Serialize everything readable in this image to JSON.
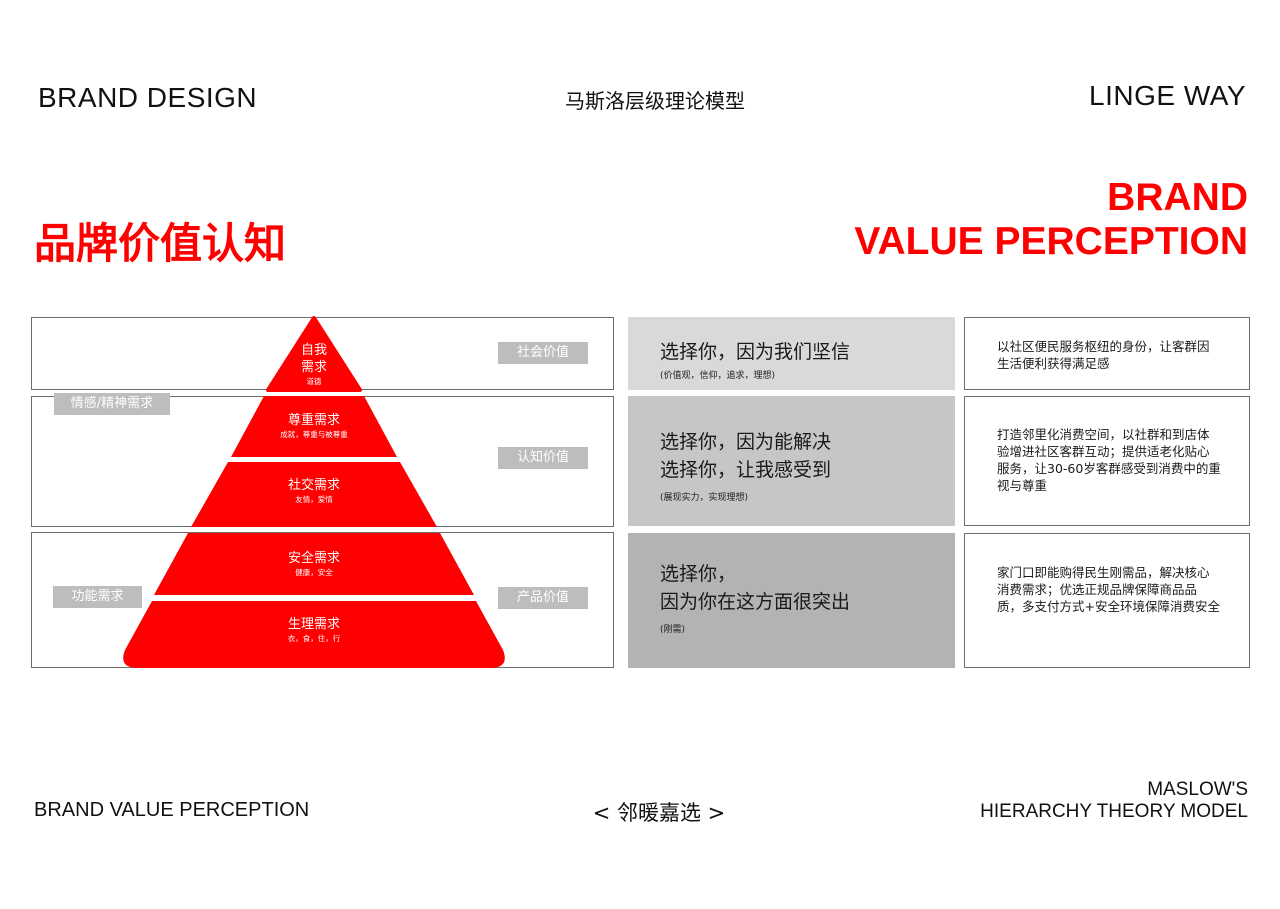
{
  "header": {
    "left": "BRAND DESIGN",
    "center": "马斯洛层级理论模型",
    "right": "LINGE WAY"
  },
  "title": {
    "cn": "品牌价值认知",
    "en_line1": "BRAND",
    "en_line2": "VALUE PERCEPTION"
  },
  "colors": {
    "accent": "#ff0000",
    "tag_gray": "#bdbdbd",
    "panel_1": "#d9d9d9",
    "panel_2": "#c6c6c6",
    "panel_3": "#b3b3b3",
    "border": "#6d6d6d"
  },
  "pyramid": {
    "tiers": [
      {
        "title_line1": "自我",
        "title_line2": "需求",
        "sub": "道德"
      },
      {
        "title": "尊重需求",
        "sub": "成就，尊重与被尊重"
      },
      {
        "title": "社交需求",
        "sub": "友情，爱情"
      },
      {
        "title": "安全需求",
        "sub": "健康，安全"
      },
      {
        "title": "生理需求",
        "sub": "衣，食，住，行"
      }
    ]
  },
  "left_tags": {
    "emotional": "情感/精神需求",
    "functional": "功能需求"
  },
  "right_tags": {
    "social": "社会价值",
    "cognitive": "认知价值",
    "product": "产品价值"
  },
  "panels": [
    {
      "line1": "选择你，因为我们坚信",
      "sub": "(价值观，信仰，追求，理想)"
    },
    {
      "line1": "选择你，因为能解决",
      "line2": "选择你，让我感受到",
      "sub": "(展现实力，实现理想)"
    },
    {
      "line1": "选择你，",
      "line2": "因为你在这方面很突出",
      "sub": "(刚需)"
    }
  ],
  "descriptions": [
    "以社区便民服务枢纽的身份，让客群因生活便利获得满足感",
    "打造邻里化消费空间，以社群和到店体验增进社区客群互动；提供适老化贴心服务，让30-60岁客群感受到消费中的重视与尊重",
    "家门口即能购得民生刚需品，解决核心消费需求；优选正规品牌保障商品品质，多支付方式+安全环境保障消费安全"
  ],
  "footer": {
    "left": "BRAND VALUE PERCEPTION",
    "center": "< 邻暖嘉选 >",
    "right_line1": "MASLOW'S",
    "right_line2": "HIERARCHY THEORY MODEL"
  }
}
